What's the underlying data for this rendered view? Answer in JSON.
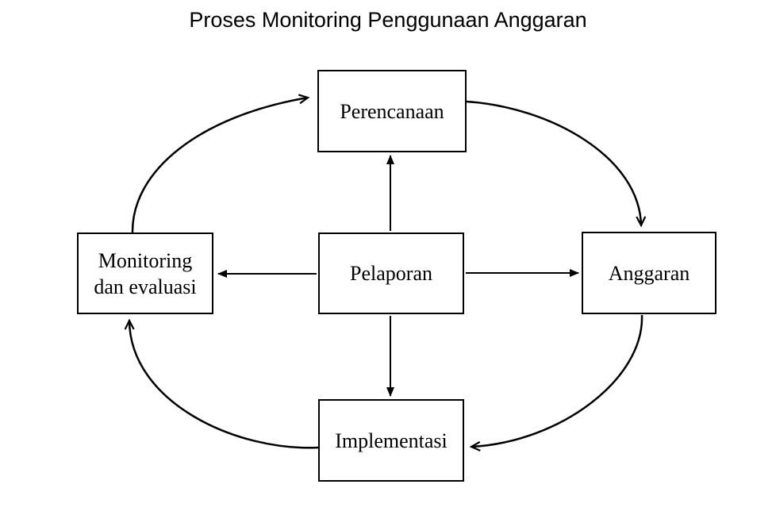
{
  "title": "Proses Monitoring Penggunaan Anggaran",
  "colors": {
    "line": "#000000",
    "text": "#000000",
    "background": "#ffffff",
    "box_fill": "#ffffff"
  },
  "diagram": {
    "type": "cycle-flowchart",
    "nodes": [
      {
        "id": "perencanaan",
        "label": "Perencanaan",
        "position": "top"
      },
      {
        "id": "anggaran",
        "label": "Anggaran",
        "position": "right"
      },
      {
        "id": "implementasi",
        "label": "Implementasi",
        "position": "bottom"
      },
      {
        "id": "monitoring-dan-evaluasi",
        "label": "Monitoring dan evaluasi",
        "position": "left"
      },
      {
        "id": "pelaporan",
        "label": "Pelaporan",
        "position": "center"
      }
    ],
    "edges": [
      {
        "from": "monitoring-dan-evaluasi",
        "to": "perencanaan",
        "style": "curved",
        "arrowhead": "open"
      },
      {
        "from": "perencanaan",
        "to": "anggaran",
        "style": "curved",
        "arrowhead": "open"
      },
      {
        "from": "anggaran",
        "to": "implementasi",
        "style": "curved",
        "arrowhead": "open"
      },
      {
        "from": "implementasi",
        "to": "monitoring-dan-evaluasi",
        "style": "curved",
        "arrowhead": "open"
      },
      {
        "from": "pelaporan",
        "to": "perencanaan",
        "style": "straight",
        "arrowhead": "filled"
      },
      {
        "from": "pelaporan",
        "to": "anggaran",
        "style": "straight",
        "arrowhead": "filled"
      },
      {
        "from": "pelaporan",
        "to": "implementasi",
        "style": "straight",
        "arrowhead": "filled"
      },
      {
        "from": "pelaporan",
        "to": "monitoring-dan-evaluasi",
        "style": "straight",
        "arrowhead": "filled"
      }
    ]
  }
}
